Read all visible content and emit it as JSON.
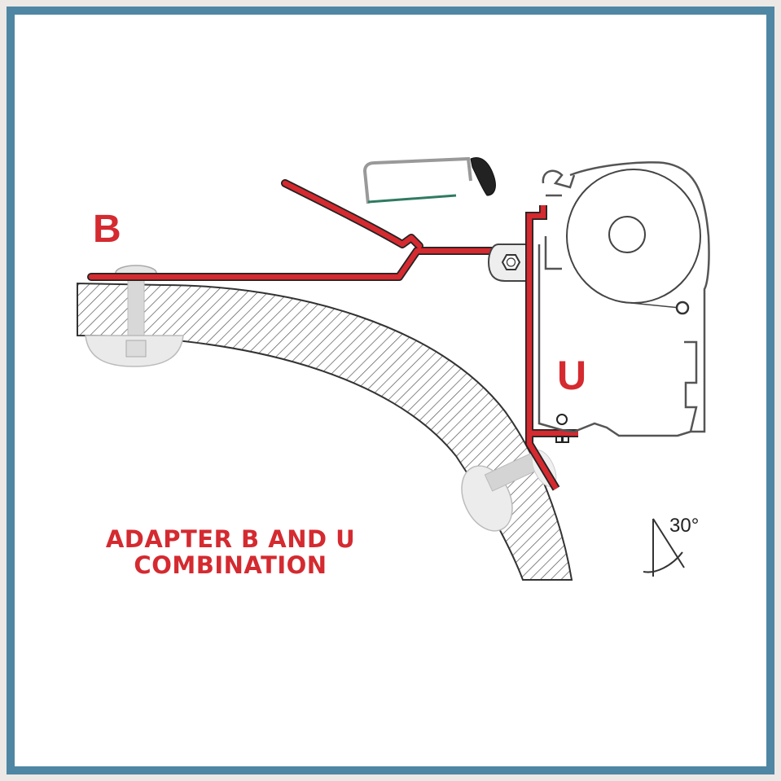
{
  "labels": {
    "adapter_b": "B",
    "adapter_u": "U"
  },
  "caption": {
    "line1": "ADAPTER B AND U",
    "line2": "COMBINATION"
  },
  "angle": {
    "value": "30°"
  },
  "colors": {
    "accent_red": "#d42a30",
    "frame_blue": "#4e86a3",
    "outline_gray": "#555555"
  },
  "icons": [
    "hacksaw-icon",
    "angle-30-degree-icon"
  ]
}
